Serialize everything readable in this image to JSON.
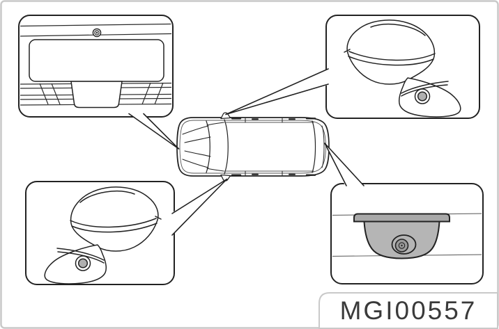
{
  "figure": {
    "code_label": "MGI00557",
    "vehicle": "car-top-view",
    "callouts": {
      "top_left": "front-grille-camera-close-up",
      "top_right": "right-door-mirror-camera-close-up",
      "bottom_left": "left-door-mirror-camera-close-up",
      "bottom_right": "rear-tailgate-camera-close-up"
    },
    "colors": {
      "page_bg": "#ffffff",
      "frame": "#c9c9c9",
      "line": "#222222",
      "flange_gray": "#a9a9a9",
      "camera_gray": "#b5b5b5",
      "lens_gray": "#9b9b9b",
      "mirror_lens_gray": "#b0b0b0",
      "label_text": "#3a3a3a"
    }
  }
}
